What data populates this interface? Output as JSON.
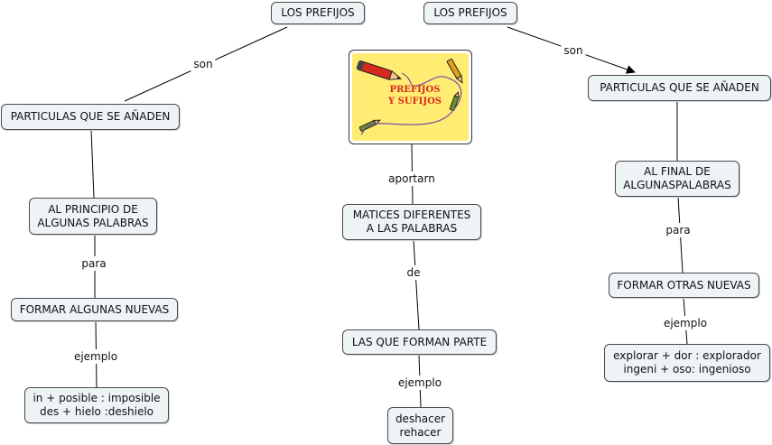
{
  "nodes": {
    "left_prefijos": "LOS PREFIJOS",
    "right_prefijos": "LOS PREFIJOS",
    "left_particulas": "PARTICULAS QUE SE AÑADEN",
    "right_particulas": "PARTICULAS QUE SE AÑADEN",
    "al_principio": "AL PRINCIPIO DE\nALGUNAS PALABRAS",
    "al_final": "AL FINAL DE\nALGUNASPALABRAS",
    "formar_algunas": "FORMAR ALGUNAS NUEVAS",
    "formar_otras": "FORMAR OTRAS NUEVAS",
    "ejemplo_left": "in + posible : imposible\ndes + hielo :deshielo",
    "ejemplo_right": "explorar + dor : explorador\ningeni + oso: ingenioso",
    "matices": "MATICES DIFERENTES\nA LAS PALABRAS",
    "las_que_forman": "LAS QUE FORMAN PARTE",
    "deshacer": "deshacer\nrehacer"
  },
  "image": {
    "caption": "PREFIJOS\nY SUFIJOS",
    "icon": "pencil-icon"
  },
  "links": {
    "son_left": "son",
    "son_right": "son",
    "para_left": "para",
    "para_right": "para",
    "ejemplo_left": "ejemplo",
    "ejemplo_right": "ejemplo",
    "aportarn": "aportarn",
    "de": "de",
    "ejemplo_center": "ejemplo"
  },
  "colors": {
    "node_fill": "#eef3f6",
    "node_border": "#4a4a4a",
    "image_bg": "#ffec73",
    "image_text": "#d42b1e"
  }
}
